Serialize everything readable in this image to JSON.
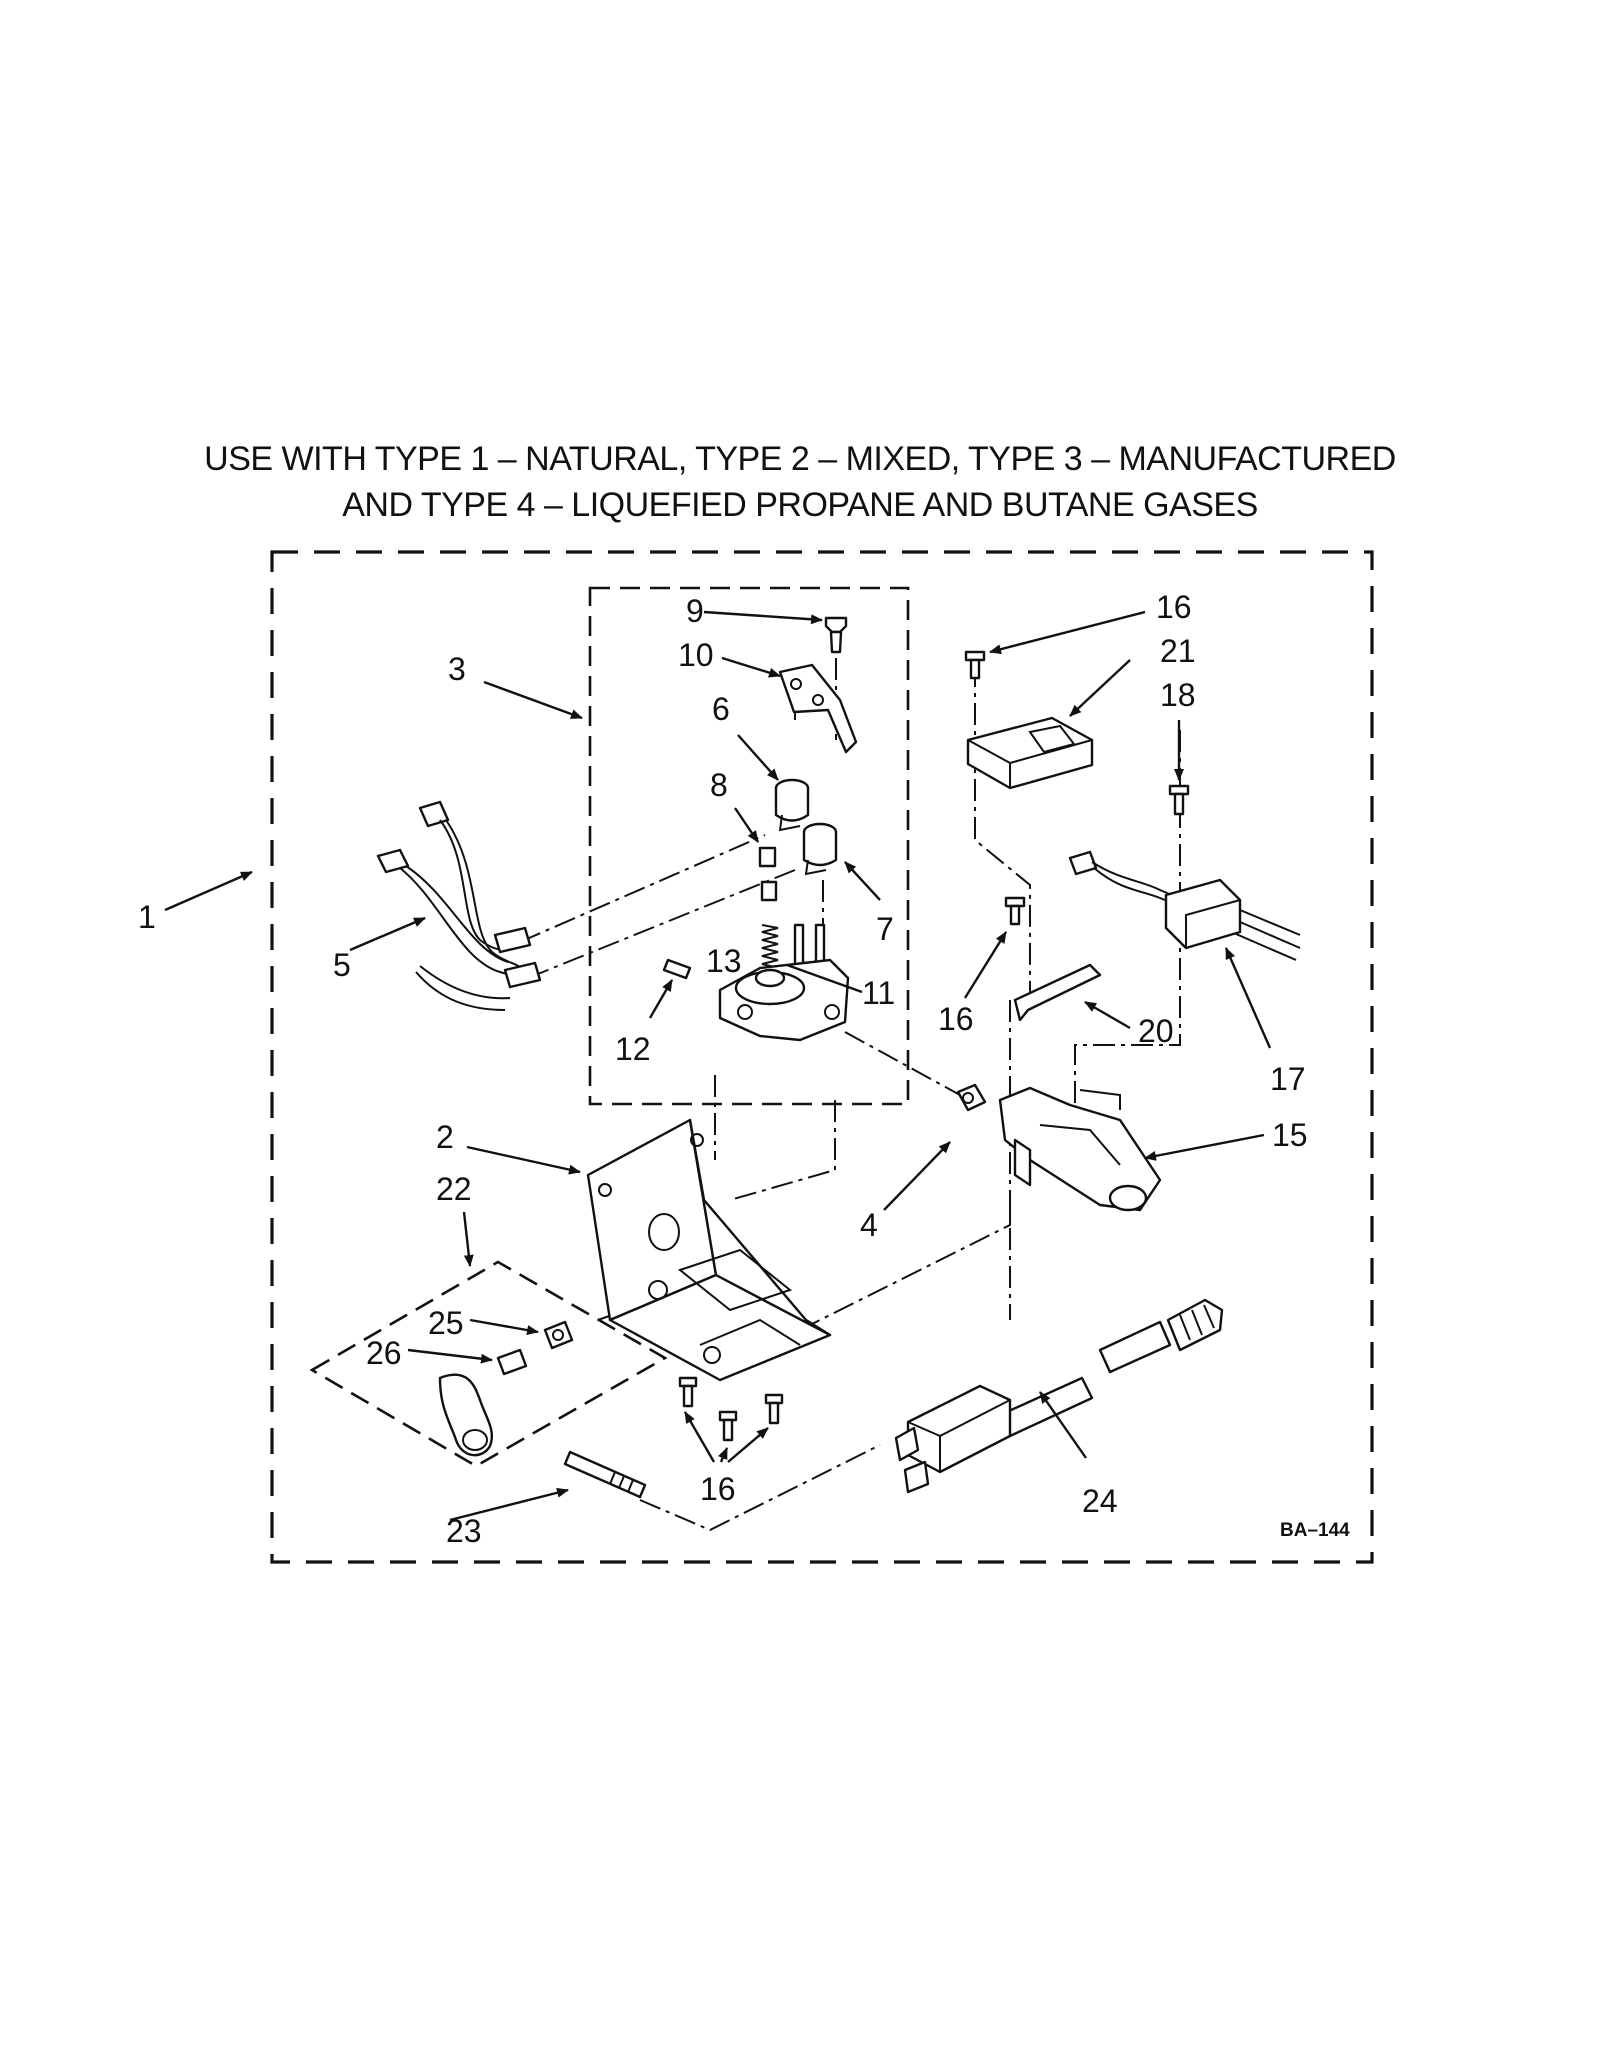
{
  "header": {
    "line1": "USE WITH TYPE 1 – NATURAL, TYPE 2 – MIXED, TYPE 3 – MANUFACTURED",
    "line2": "AND TYPE 4 – LIQUEFIED PROPANE AND BUTANE GASES"
  },
  "callouts": {
    "c1": "1",
    "c2": "2",
    "c3": "3",
    "c4": "4",
    "c5": "5",
    "c6": "6",
    "c7": "7",
    "c8": "8",
    "c9": "9",
    "c10": "10",
    "c11": "11",
    "c12": "12",
    "c13": "13",
    "c15": "15",
    "c16a": "16",
    "c16b": "16",
    "c16c": "16",
    "c17": "17",
    "c18": "18",
    "c20": "20",
    "c21": "21",
    "c22": "22",
    "c23": "23",
    "c24": "24",
    "c25": "25",
    "c26": "26"
  },
  "diagram_code": "BA–144"
}
